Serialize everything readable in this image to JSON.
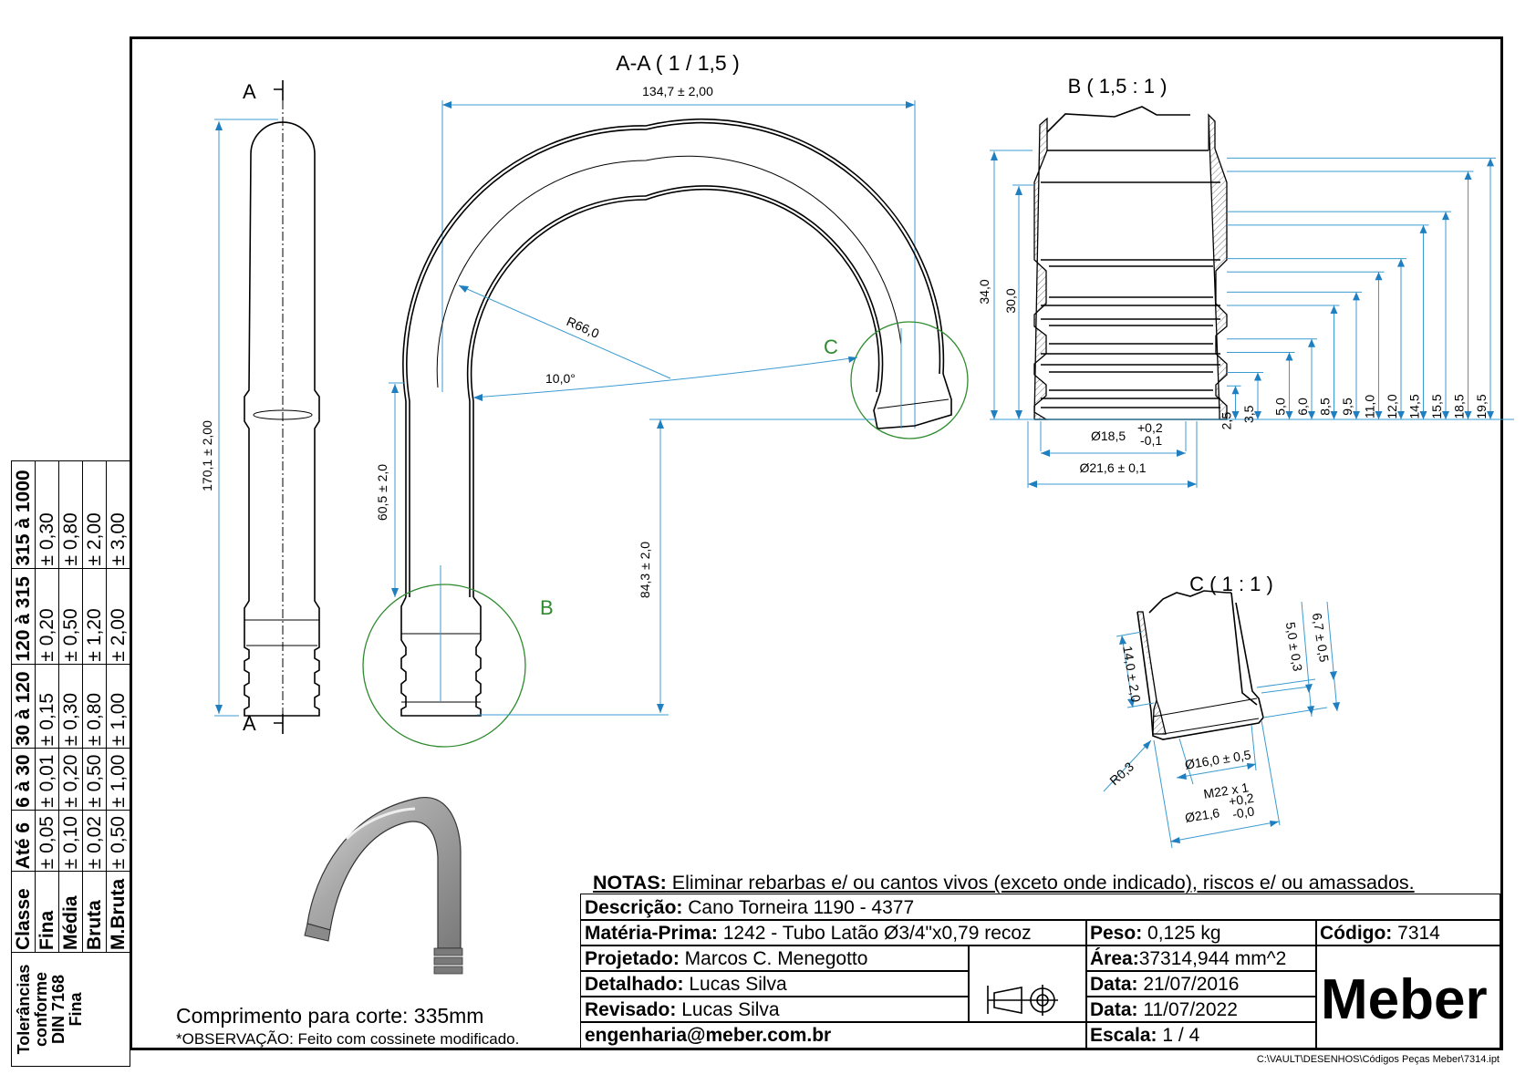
{
  "views": {
    "section_aa": {
      "title": "A-A ( 1 / 1,5 )",
      "width_dim": "134,7 ± 2,00",
      "radius_dim": "R66,0",
      "angle_dim": "10,0°",
      "height_dim_1": "60,5 ± 2,0",
      "height_dim_2": "84,3 ± 2,0",
      "detail_b_marker": "B",
      "detail_c_marker": "C"
    },
    "side_view": {
      "section_label_top": "A",
      "section_label_bottom": "A",
      "length_dim": "170,1 ± 2,00"
    },
    "detail_b": {
      "title": "B ( 1,5 : 1 )",
      "left_dims": [
        "34,0",
        "30,0"
      ],
      "right_dims": [
        "2,5",
        "3,5",
        "5,0",
        "6,0",
        "8,5",
        "9,5",
        "11,0",
        "12,0",
        "14,5",
        "15,5",
        "18,5",
        "19,5"
      ],
      "inner_diameter": "Ø18,5",
      "inner_tol_plus": "+0,2",
      "inner_tol_minus": "-0,1",
      "outer_diameter": "Ø21,6 ± 0,1"
    },
    "detail_c": {
      "title": "C ( 1 : 1 )",
      "length_dim": "14,0 ± 2,0",
      "dim_a": "5,0 ± 0,3",
      "dim_b": "6,7 ± 0,5",
      "radius": "R0,3",
      "bore": "Ø16,0 ± 0,5",
      "thread": "M22 x 1",
      "thread_diameter": "Ø21,6",
      "thread_tol_plus": "+0,2",
      "thread_tol_minus": "-0,0"
    }
  },
  "tolerances": {
    "caption": [
      "Tolerâncias",
      "conforme",
      "DIN 7168",
      "Fina"
    ],
    "headers": [
      "Classe",
      "Até 6",
      "6 à 30",
      "30 à 120",
      "120 à 315",
      "315 à 1000"
    ],
    "rows": [
      {
        "class": "Fina",
        "values": [
          "± 0,05",
          "± 0,01",
          "± 0,15",
          "± 0,20",
          "± 0,30"
        ]
      },
      {
        "class": "Média",
        "values": [
          "± 0,10",
          "± 0,20",
          "± 0,30",
          "± 0,50",
          "± 0,80"
        ]
      },
      {
        "class": "Bruta",
        "values": [
          "± 0,02",
          "± 0,50",
          "± 0,80",
          "± 1,20",
          "± 2,00"
        ]
      },
      {
        "class": "M.Bruta",
        "values": [
          "± 0,50",
          "± 1,00",
          "± 1,00",
          "± 2,00",
          "± 3,00"
        ]
      }
    ]
  },
  "notes": {
    "cut_length": "Comprimento para corte: 335mm",
    "observation": "*OBSERVAÇÃO: Feito com cossinete modificado.",
    "notas_label": "NOTAS:",
    "notas_text": " Eliminar rebarbas e/ ou cantos vivos (exceto onde indicado), riscos e/ ou amassados."
  },
  "title_block": {
    "descricao_label": "Descrição:",
    "descricao": " Cano Torneira 1190 - 4377",
    "materia_label": "Matéria-Prima:",
    "materia": " 1242 - Tubo Latão Ø3/4\"x0,79 recoz",
    "peso_label": "Peso:",
    "peso": " 0,125 kg",
    "codigo_label": "Código:",
    "codigo": " 7314",
    "projetado_label": "Projetado:",
    "projetado": " Marcos C. Menegotto",
    "detalhado_label": "Detalhado:",
    "detalhado": " Lucas Silva",
    "revisado_label": "Revisado:",
    "revisado": " Lucas Silva",
    "email": "engenharia@meber.com.br",
    "area_label": "Área:",
    "area": "37314,944 mm^2",
    "data1_label": "Data:",
    "data1": " 21/07/2016",
    "data2_label": "Data:",
    "data2": " 11/07/2022",
    "escala_label": "Escala:",
    "escala": " 1 / 4",
    "logo": "Meber",
    "file_path": "C:\\VAULT\\DESENHOS\\Códigos Peças Meber\\7314.ipt"
  },
  "colors": {
    "dimension": "#3b9bd0",
    "detail_circle": "#2e8b2e",
    "outline": "#000000"
  }
}
